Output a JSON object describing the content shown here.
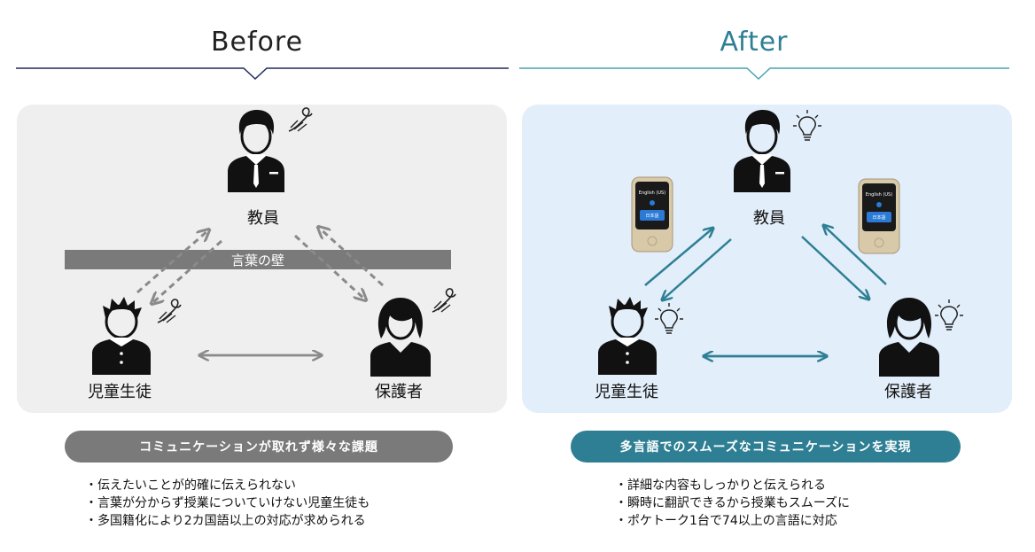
{
  "before": {
    "title": "Before",
    "wall_label": "言葉の壁",
    "teacher": "教員",
    "student": "児童生徒",
    "parent": "保護者",
    "summary": "コミュニケーションが取れず様々な課題",
    "bullets": [
      "・伝えたいことが的確に伝えられない",
      "・言葉が分からず授業についていけない児童生徒も",
      "・多国籍化により2カ国語以上の対応が求められる"
    ]
  },
  "after": {
    "title": "After",
    "teacher": "教員",
    "student": "児童生徒",
    "parent": "保護者",
    "summary": "多言語でのスムーズなコミュニケーションを実現",
    "device_screen_text": "English (US)",
    "device_button_text": "日本語",
    "bullets": [
      "・詳細な内容もしっかりと伝えられる",
      "・瞬時に翻訳できるから授業もスムーズに",
      "・ポケトーク1台で74以上の言語に対応"
    ]
  },
  "colors": {
    "before_panel": "#efefef",
    "after_panel": "#e2eefa",
    "before_accent": "#7a7a7a",
    "after_accent": "#2e7f94",
    "before_rule": "#1e2d5a",
    "after_rule": "#4aa3b0"
  }
}
